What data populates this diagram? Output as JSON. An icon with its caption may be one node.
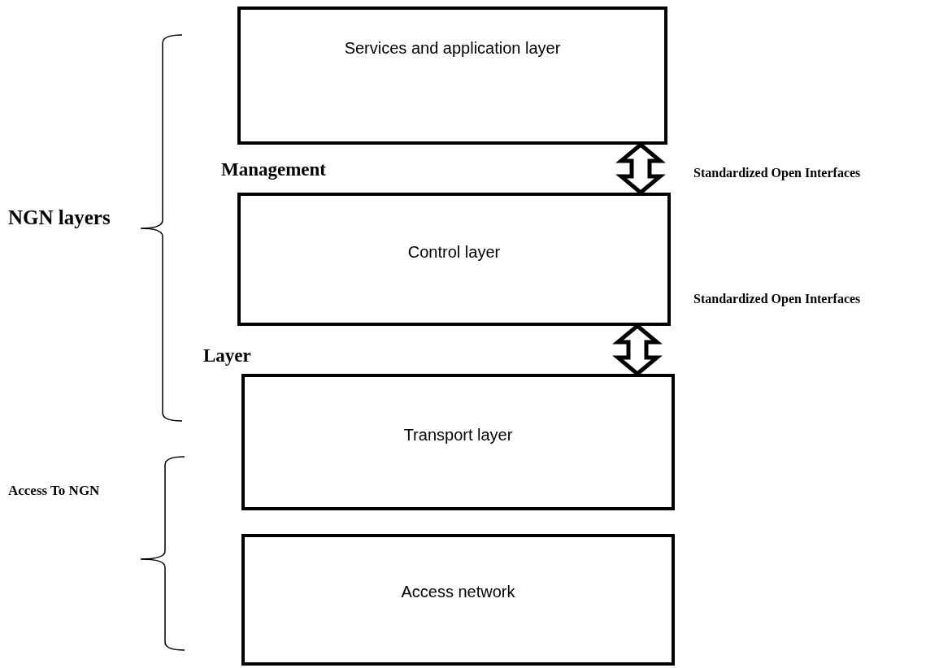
{
  "diagram": {
    "nodes": [
      {
        "text": [
          "Services and application layer"
        ]
      },
      {
        "text": [
          "Control layer"
        ]
      },
      {
        "text": [
          "Transport layer"
        ]
      },
      {
        "text": [
          "Access network"
        ]
      }
    ],
    "edges": [
      {
        "from": 0,
        "to": 1,
        "arrow": "both"
      },
      {
        "from": 1,
        "to": 2,
        "arrow": "both"
      }
    ],
    "labels": [
      "Management",
      "Standardized Open Interfaces",
      "NGN layers",
      "Standardized Open Interfaces",
      "Layer",
      "Access To NGN"
    ]
  }
}
